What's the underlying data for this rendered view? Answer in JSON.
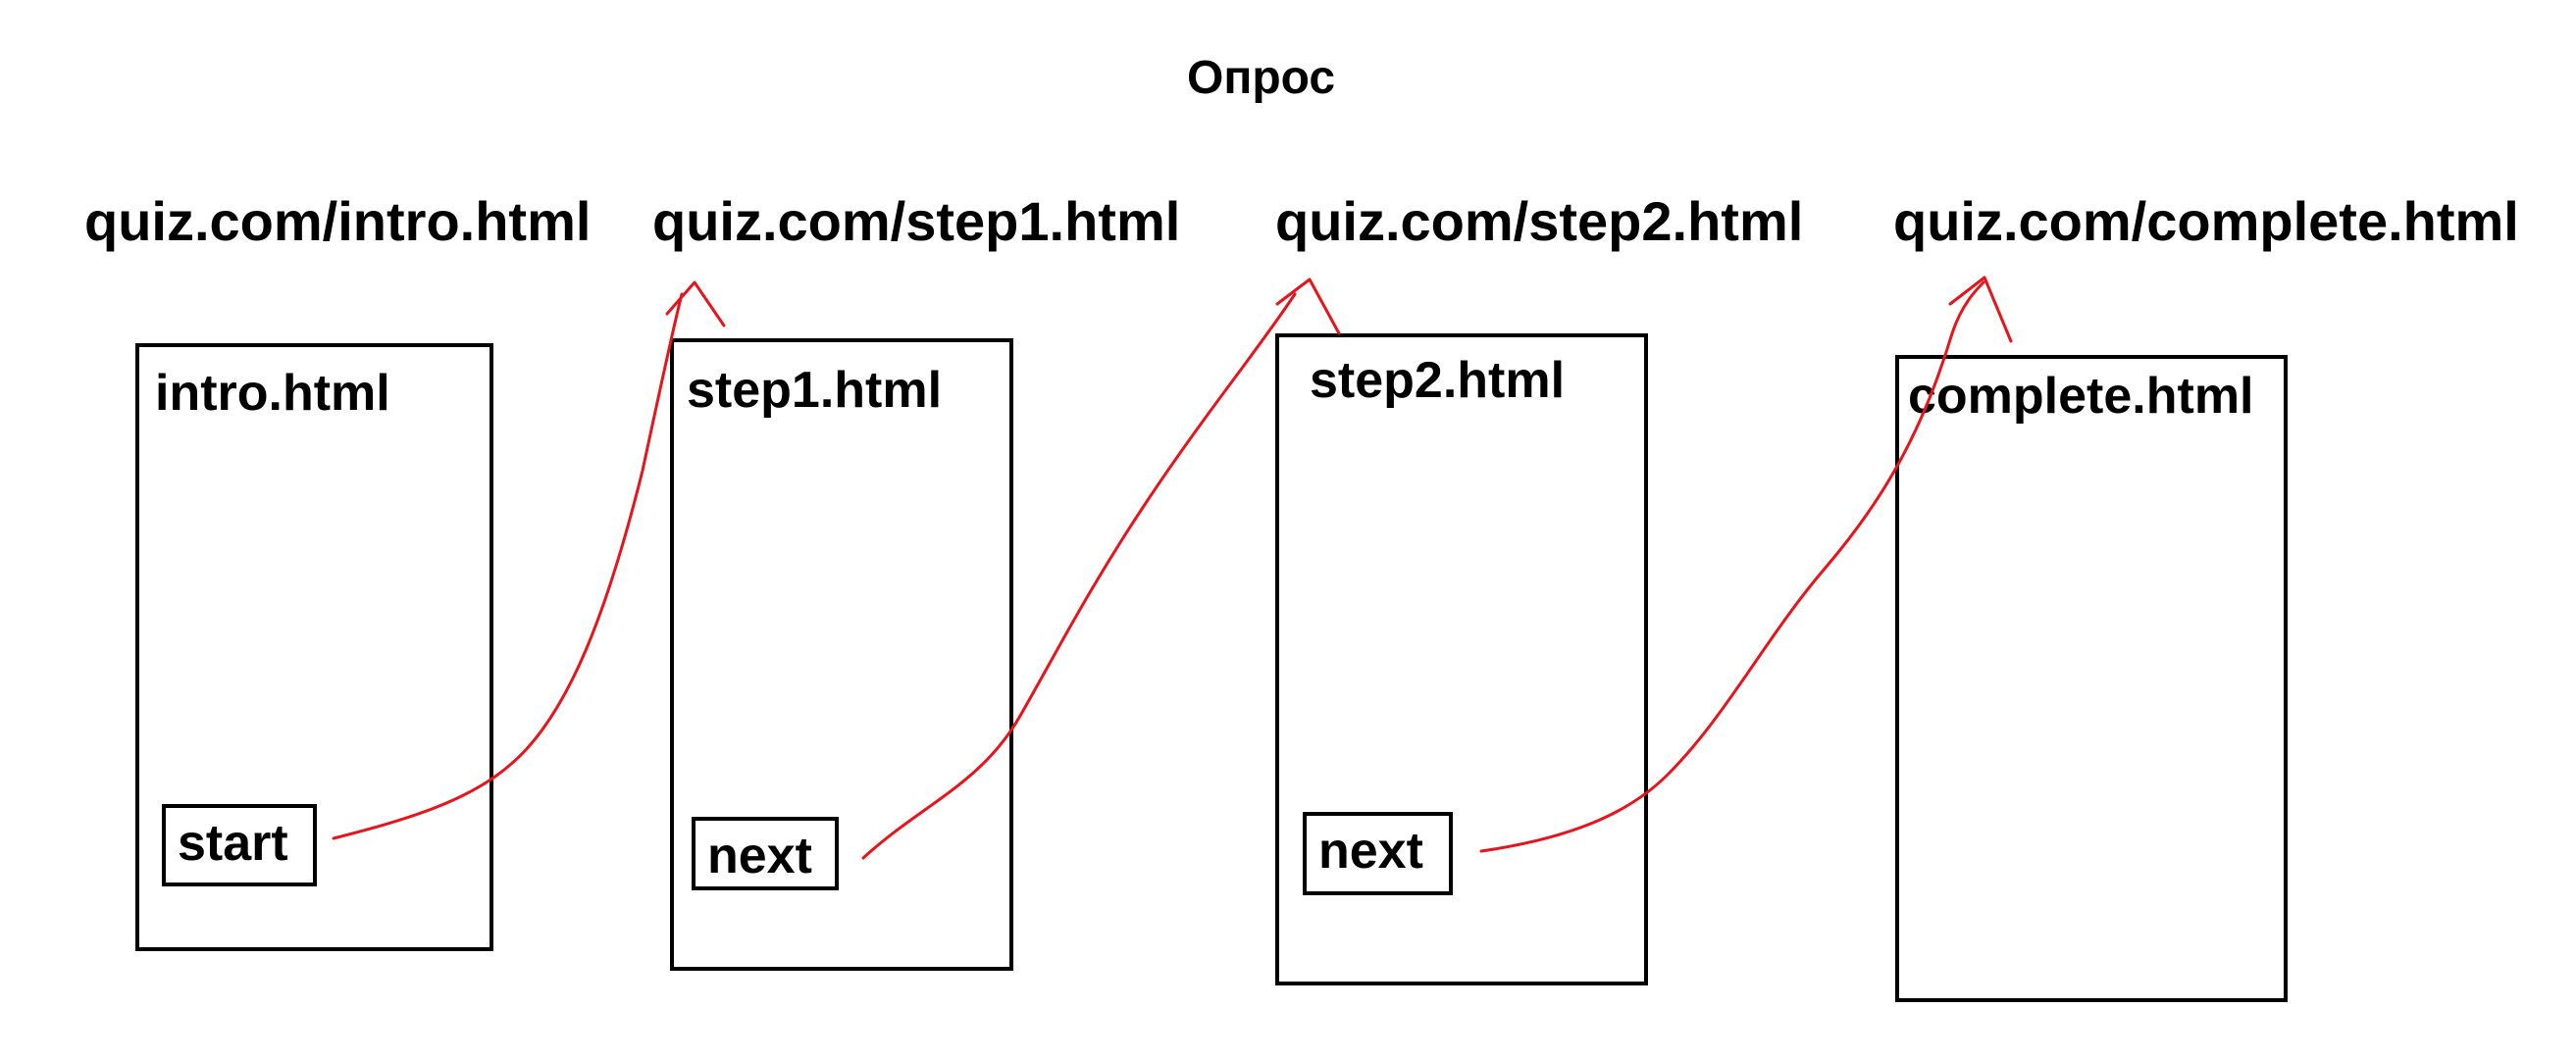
{
  "title": "Опрос",
  "urls": [
    "quiz.com/intro.html",
    "quiz.com/step1.html",
    "quiz.com/step2.html",
    "quiz.com/complete.html"
  ],
  "pages": [
    {
      "name": "intro.html",
      "button": "start"
    },
    {
      "name": "step1.html",
      "button": "next"
    },
    {
      "name": "step2.html",
      "button": "next"
    },
    {
      "name": "complete.html"
    }
  ],
  "colors": {
    "arrow": "#e8141c",
    "box": "#000000"
  }
}
